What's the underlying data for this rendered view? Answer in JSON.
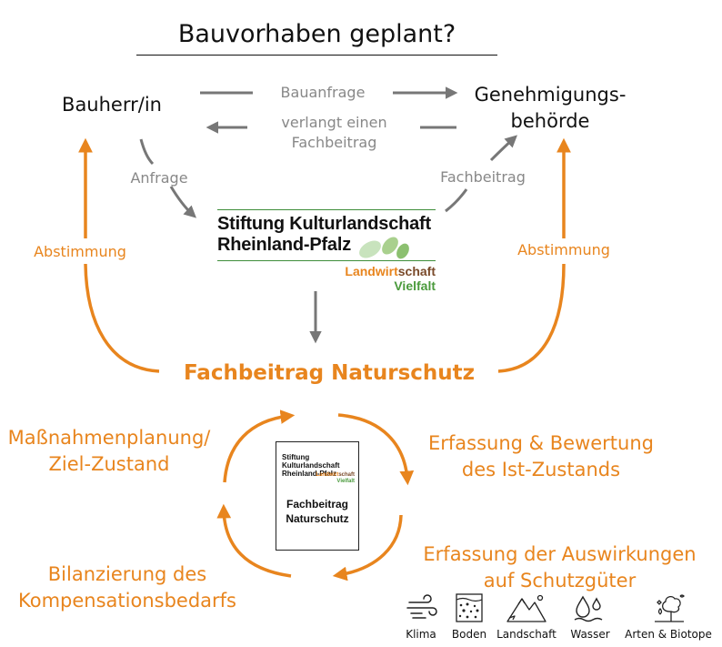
{
  "title": "Bauvorhaben geplant?",
  "nodes": {
    "bauherr": "Bauherr/in",
    "behoerde_line1": "Genehmigungs-",
    "behoerde_line2": "behörde"
  },
  "arrows": {
    "bauanfrage": "Bauanfrage",
    "verlangt_line1": "verlangt einen",
    "verlangt_line2": "Fachbeitrag",
    "anfrage": "Anfrage",
    "fachbeitrag": "Fachbeitrag",
    "abstimmung_left": "Abstimmung",
    "abstimmung_right": "Abstimmung"
  },
  "logo": {
    "name_line1": "Stiftung Kulturlandschaft",
    "name_line2": "Rheinland-Pfalz",
    "tag_part1": "Landwirt",
    "tag_part2": "schaft",
    "tag_line2": "Vielfalt"
  },
  "central": "Fachbeitrag Naturschutz",
  "cycle": {
    "top_right_line1": "Erfassung & Bewertung",
    "top_right_line2": "des Ist-Zustands",
    "bottom_right_line1": "Erfassung der Auswirkungen",
    "bottom_right_line2": "auf Schutzgüter",
    "bottom_left_line1": "Bilanzierung des",
    "bottom_left_line2": "Kompensationsbedarfs",
    "top_left_line1": "Maßnahmenplanung/",
    "top_left_line2": "Ziel-Zustand"
  },
  "document": {
    "name_line1": "Stiftung Kulturlandschaft",
    "name_line2": "Rheinland-Pfalz",
    "tag_part1": "Landwirt",
    "tag_part2": "schaft",
    "tag_line2": "Vielfalt",
    "title_line1": "Fachbeitrag",
    "title_line2": "Naturschutz"
  },
  "icons": [
    {
      "label": "Klima",
      "icon": "wind-icon"
    },
    {
      "label": "Boden",
      "icon": "soil-icon"
    },
    {
      "label": "Landschaft",
      "icon": "mountain-icon"
    },
    {
      "label": "Wasser",
      "icon": "water-drop-icon"
    },
    {
      "label": "Arten & Biotope",
      "icon": "tree-icon"
    }
  ],
  "colors": {
    "orange": "#e8851e",
    "grey": "#777777",
    "green": "#4a9a3c",
    "brown": "#7a4a2a"
  }
}
